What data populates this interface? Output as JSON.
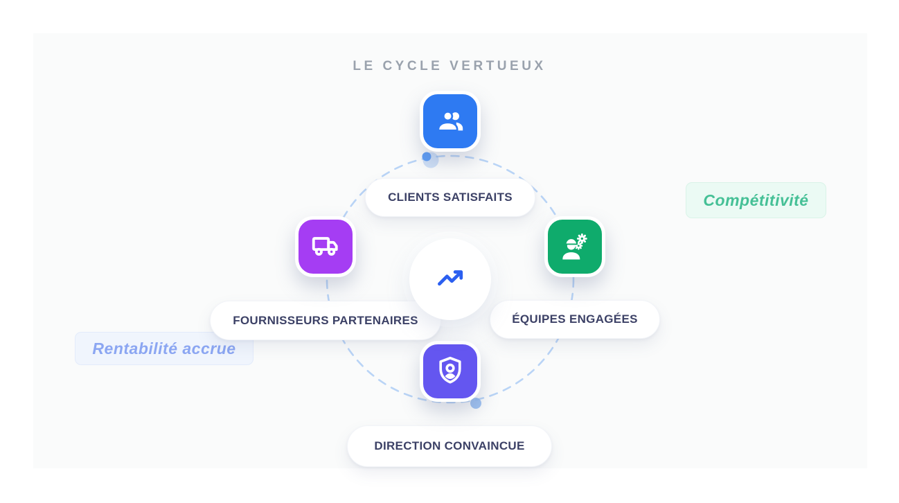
{
  "title": "LE CYCLE VERTUEUX",
  "center": {
    "icon": "trending-up-icon",
    "accent_color": "#2b5ff0"
  },
  "cycle": {
    "dash_color": "#b9d4f6",
    "dot_color": "#5c9cf5",
    "dot_soft_color": "#8eb7ef"
  },
  "nodes": [
    {
      "id": "clients",
      "label": "CLIENTS SATISFAITS",
      "icon": "users-icon",
      "color": "#2e7af2"
    },
    {
      "id": "equipes",
      "label": "ÉQUIPES ENGAGÉES",
      "icon": "engineer-icon",
      "color": "#0fab6c"
    },
    {
      "id": "direction",
      "label": "DIRECTION CONVAINCUE",
      "icon": "shield-user-icon",
      "color": "#6456f0"
    },
    {
      "id": "fournisseurs",
      "label": "FOURNISSEURS PARTENAIRES",
      "icon": "truck-icon",
      "color": "#a53df3"
    }
  ],
  "badges": [
    {
      "id": "competitivite",
      "label": "Compétitivité",
      "text_color": "#45c096",
      "bg": "#ebfaf4",
      "border": "#d9f3e8"
    },
    {
      "id": "rentabilite",
      "label": "Rentabilité accrue",
      "text_color": "#8ba6f2",
      "bg": "#f0f5fd",
      "border": "#e3ebfb"
    }
  ],
  "colors": {
    "card_bg": "#fafbfb",
    "page_bg": "#ffffff",
    "title_color": "#9aa2ad",
    "pill_text": "#3c4166",
    "pill_bg": "#ffffff"
  }
}
